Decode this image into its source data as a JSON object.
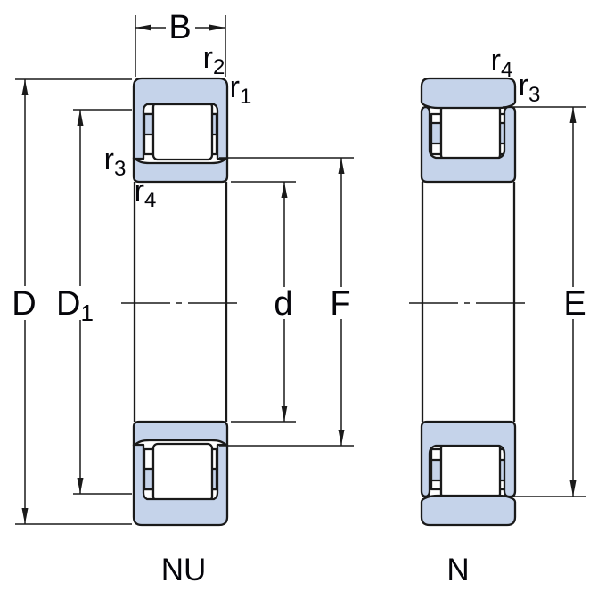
{
  "drawing": {
    "description": "Cross-section drawing of two cylindrical roller bearing designs",
    "background_color": "#ffffff",
    "line_color": "#1a1a1a",
    "ring_fill_color": "#c5d3ea",
    "text_color": "#05050a"
  },
  "views": {
    "nu": {
      "caption": "NU",
      "labels": {
        "width": "B",
        "outer_diameter": "D",
        "shoulder_diameter": {
          "main": "D",
          "sub": "1"
        },
        "bore_diameter": "d",
        "raceway_diameter": "F",
        "r1": {
          "main": "r",
          "sub": "1"
        },
        "r2": {
          "main": "r",
          "sub": "2"
        },
        "r3": {
          "main": "r",
          "sub": "3"
        },
        "r4": {
          "main": "r",
          "sub": "4"
        }
      }
    },
    "n": {
      "caption": "N",
      "labels": {
        "raceway_diameter": "E",
        "r3": {
          "main": "r",
          "sub": "3"
        },
        "r4": {
          "main": "r",
          "sub": "4"
        }
      }
    }
  }
}
